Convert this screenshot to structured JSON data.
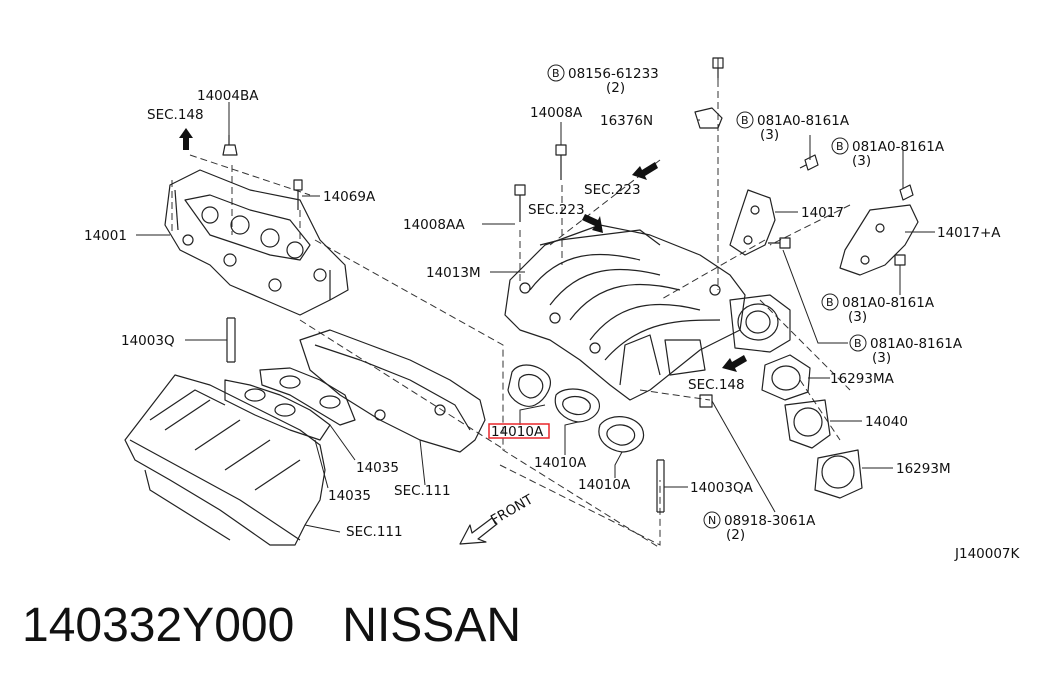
{
  "diagram": {
    "labels": {
      "sec148_top": "SEC.148",
      "p14004BA": "14004BA",
      "p14069A": "14069A",
      "p14001": "14001",
      "p14003Q": "14003Q",
      "p14035_a": "14035",
      "p14035_b": "14035",
      "sec111_a": "SEC.111",
      "sec111_b": "SEC.111",
      "front": "FRONT",
      "p08156": "08156-61233",
      "p08156_qty": "(2)",
      "p14008A": "14008A",
      "p16376N": "16376N",
      "p081A0_1": "081A0-8161A",
      "p081A0_1_qty": "(3)",
      "p081A0_2": "081A0-8161A",
      "p081A0_2_qty": "(3)",
      "sec223_a": "SEC.223",
      "sec223_b": "SEC.223",
      "p14008AA": "14008AA",
      "p14017": "14017",
      "p14017A": "14017+A",
      "p14013M": "14013M",
      "p081A0_3": "081A0-8161A",
      "p081A0_3_qty": "(3)",
      "p081A0_4": "081A0-8161A",
      "p081A0_4_qty": "(3)",
      "sec148_mid": "SEC.148",
      "p16293MA": "16293MA",
      "p14010A_hl": "14010A",
      "p14010A_b": "14010A",
      "p14010A_c": "14010A",
      "p14040": "14040",
      "p16293M": "16293M",
      "p14003QA": "14003QA",
      "p08918": "08918-3061A",
      "p08918_qty": "(2)",
      "ref": "J140007K",
      "circle_b": "B",
      "circle_n": "N"
    }
  },
  "caption": {
    "part_number": "140332Y000",
    "brand": "NISSAN"
  },
  "colors": {
    "highlight": "#e8262a",
    "ink": "#222222"
  }
}
